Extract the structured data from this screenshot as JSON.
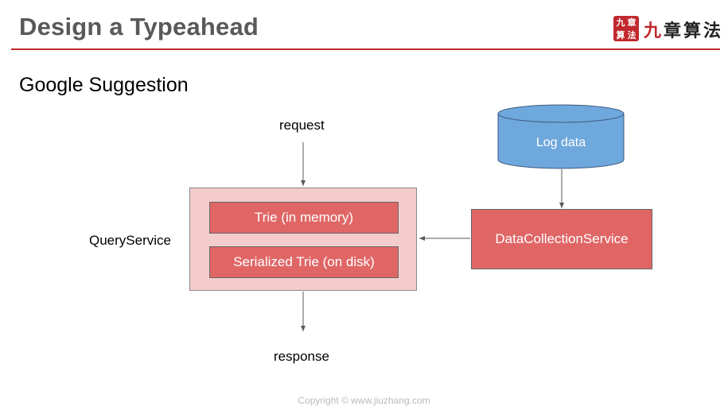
{
  "header": {
    "title": "Design a Typeahead",
    "logo": {
      "seal_chars": [
        "九",
        "章",
        "算",
        "法"
      ],
      "text_accent": "九",
      "text_rest": "章算法"
    }
  },
  "subtitle": "Google Suggestion",
  "diagram": {
    "request_label": "request",
    "response_label": "response",
    "query_service_label": "QueryService",
    "trie_memory_label": "Trie (in memory)",
    "trie_disk_label": "Serialized Trie (on disk)",
    "log_data_label": "Log data",
    "data_collection_label": "DataCollectionService"
  },
  "footer": {
    "copyright": "Copyright © www.jiuzhang.com"
  },
  "colors": {
    "title_gray": "#595959",
    "rule_red": "#c0282d",
    "container_pink": "#f4cccc",
    "box_red": "#e06666",
    "cylinder_blue": "#6fa8dc"
  }
}
